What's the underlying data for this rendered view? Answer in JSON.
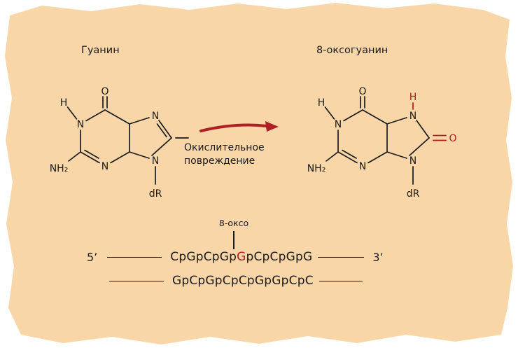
{
  "palette": {
    "paper": "#f8d6a8",
    "page": "#ffffff",
    "ink": "#1b1b1b",
    "accent": "#b01f24"
  },
  "reaction": {
    "left_title": "Гуанин",
    "right_title": "8-оксогуанин",
    "caption_line1": "Окислительное",
    "caption_line2": "повреждение"
  },
  "guanine": {
    "o6": "O",
    "n1": "N",
    "h1": "H",
    "nh2": "NH₂",
    "n3": "N",
    "n7": "N",
    "n9": "N",
    "dr": "dR"
  },
  "oxoguanine": {
    "o6": "O",
    "n1": "N",
    "h1": "H",
    "nh2": "NH₂",
    "n3": "N",
    "n7": "N",
    "n7h": "H",
    "o8": "O",
    "n9": "N",
    "dr": "dR"
  },
  "duplex": {
    "oxo_label": "8-оксо",
    "five_prime": "5’",
    "three_prime": "3’",
    "top_strand_before": "CpGpCpGp",
    "top_strand_oxo": "G",
    "top_strand_after": "pCpCpGpG",
    "bottom_strand": "GpCpGpCpCpGpGpCpC"
  }
}
